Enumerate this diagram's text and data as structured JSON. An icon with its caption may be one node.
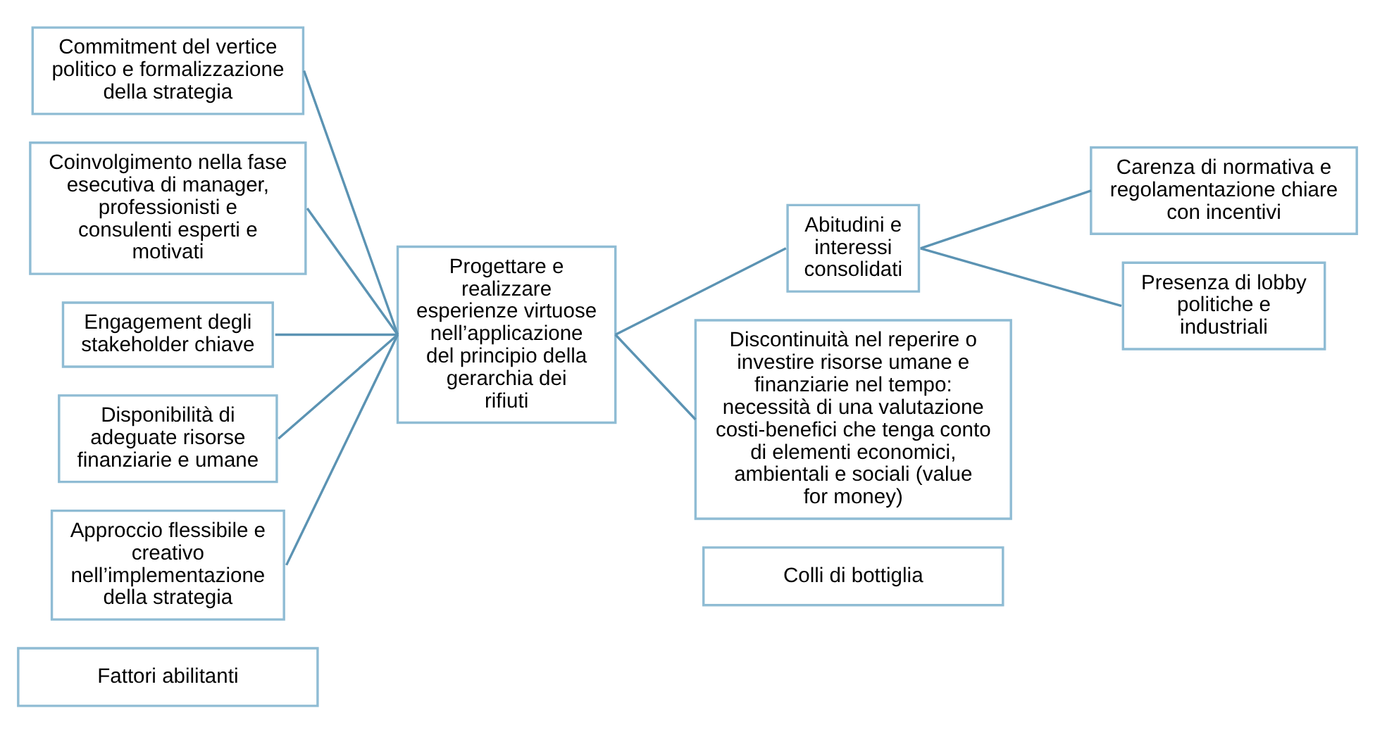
{
  "diagram": {
    "nodes": [
      {
        "text": [
          "Fattori abilitanti"
        ]
      },
      {
        "text": [
          "Colli di bottiglia"
        ]
      },
      {
        "text": [
          "Commitment del vertice politico e formalizzazione della strategia"
        ]
      },
      {
        "text": [
          "Coinvolgimento nella fase esecutiva di manager, professionisti e consulenti esperti e motivati"
        ]
      },
      {
        "text": [
          "Engagement degli stakeholder chiave"
        ]
      },
      {
        "text": [
          "Disponibilità di adeguate risorse finanziarie e umane"
        ]
      },
      {
        "text": [
          "Approccio flessibile e creativo nell’implementazione della strategia"
        ]
      },
      {
        "text": [
          "Progettare e realizzare esperienze virtuose nell’applicazione del principio della gerarchia dei rifiuti"
        ]
      },
      {
        "text": [
          "Abitudini e interessi consolidati"
        ]
      },
      {
        "text": [
          "Carenza di normativa e regolamentazione chiare con incentivi"
        ]
      },
      {
        "text": [
          "Presenza di lobby politiche e industriali"
        ]
      },
      {
        "text": [
          "Discontinuità nel reperire o investire risorse umane e finanziarie nel tempo: necessità di una valutazione costi-benefici che tenga conto di elementi economici, ambientali e sociali (value for money)"
        ]
      }
    ],
    "edges": [
      {
        "from": 2,
        "to": 7,
        "arrow": "none"
      },
      {
        "from": 3,
        "to": 7,
        "arrow": "none"
      },
      {
        "from": 4,
        "to": 7,
        "arrow": "none"
      },
      {
        "from": 5,
        "to": 7,
        "arrow": "none"
      },
      {
        "from": 6,
        "to": 7,
        "arrow": "none"
      },
      {
        "from": 7,
        "to": 8,
        "arrow": "none"
      },
      {
        "from": 7,
        "to": 11,
        "arrow": "none"
      },
      {
        "from": 8,
        "to": 9,
        "arrow": "none"
      },
      {
        "from": 8,
        "to": 10,
        "arrow": "none"
      }
    ]
  }
}
